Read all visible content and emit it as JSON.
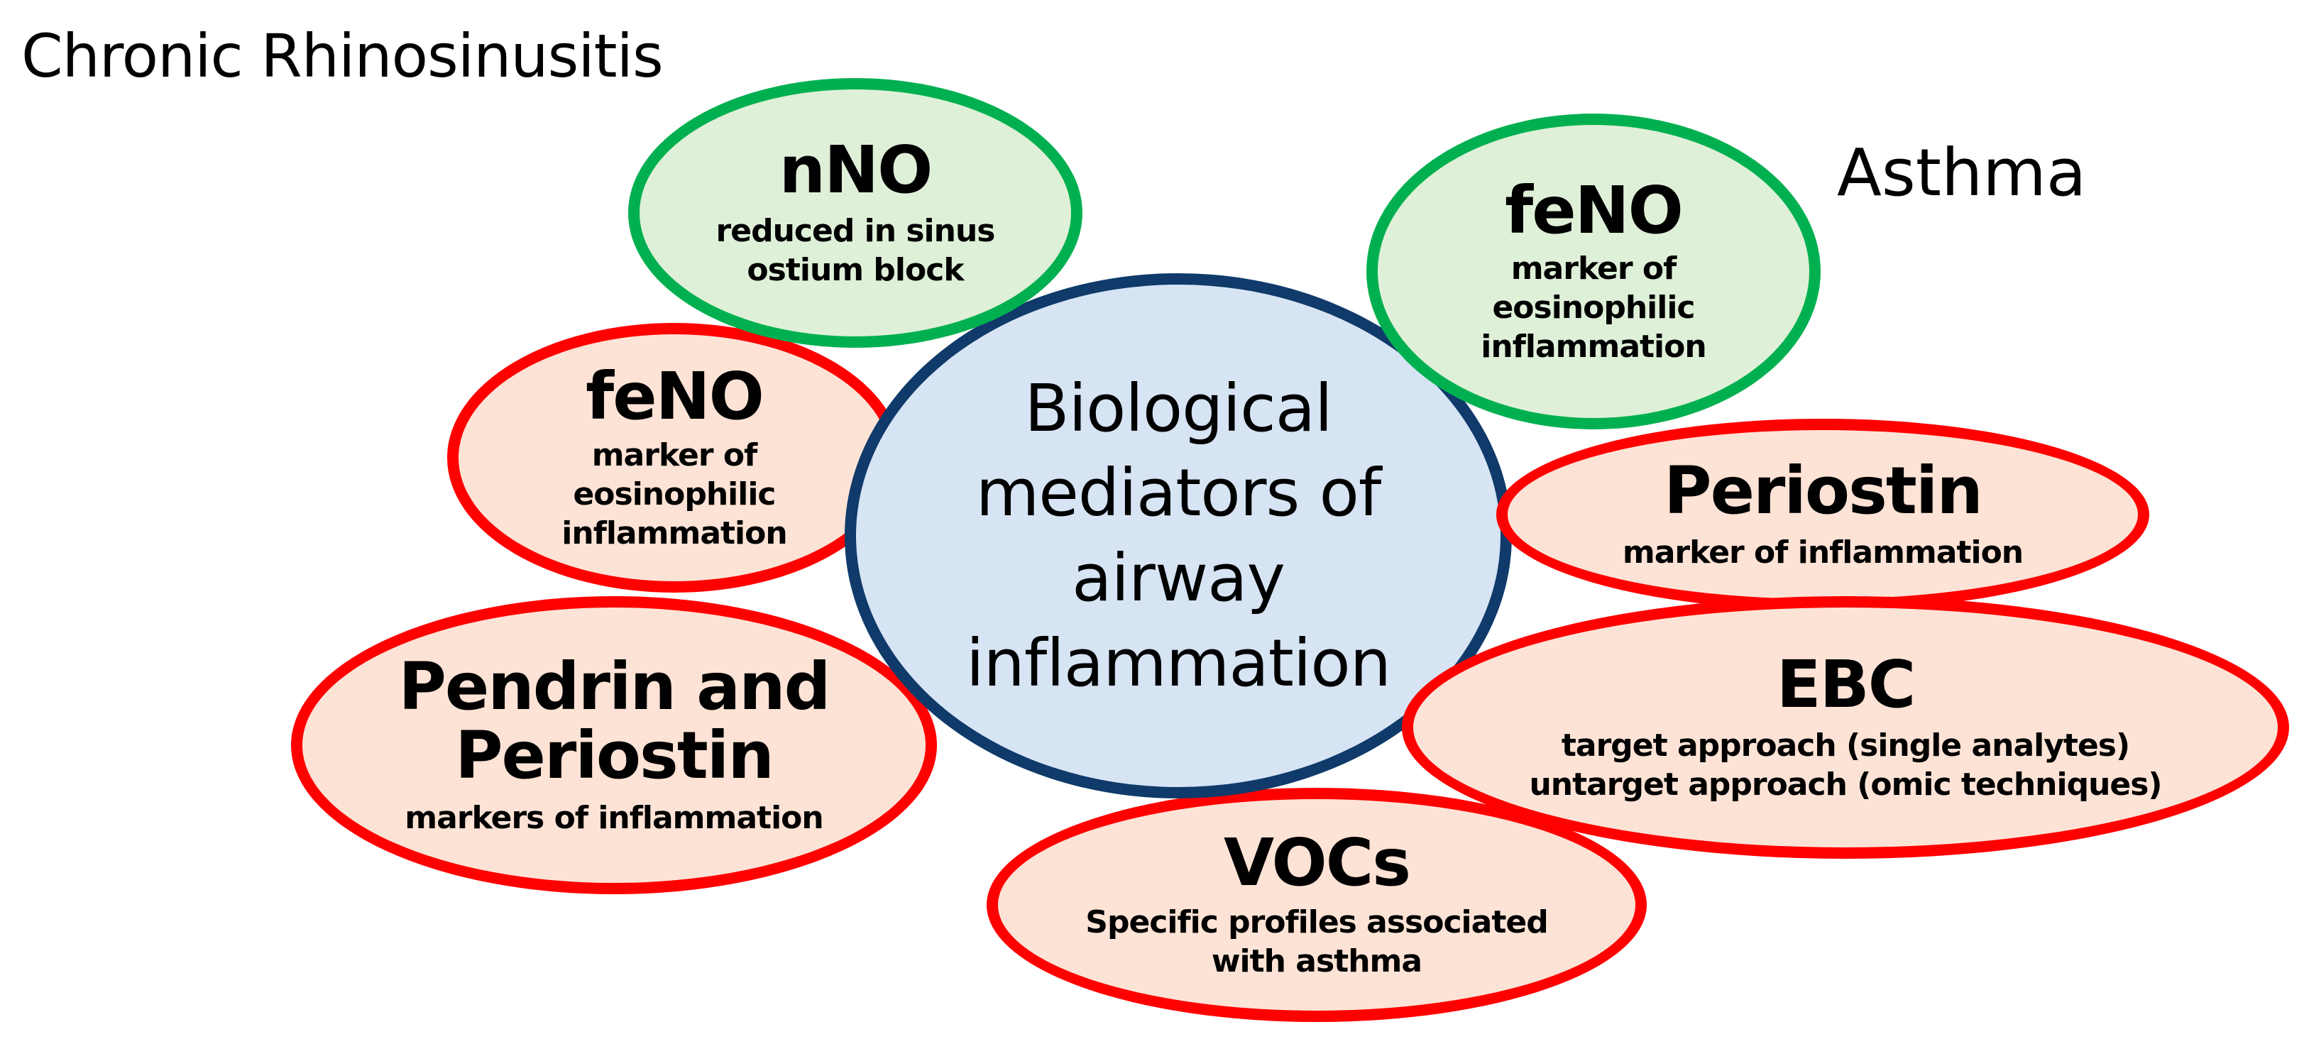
{
  "labels": {
    "crs": "Chronic Rhinosinusitis",
    "asthma": "Asthma"
  },
  "center": {
    "lines": [
      "Biological",
      "mediators of",
      "airway",
      "inflammation"
    ]
  },
  "nodes": {
    "nno": {
      "title": "nNO",
      "desc": [
        "reduced in sinus",
        "ostium block"
      ]
    },
    "feno_crs": {
      "title": "feNO",
      "desc": [
        "marker of",
        "eosinophilic",
        "inflammation"
      ]
    },
    "pendrin": {
      "title_lines": [
        "Pendrin and",
        "Periostin"
      ],
      "desc": [
        "markers of inflammation"
      ]
    },
    "feno_asthma": {
      "title": "feNO",
      "desc": [
        "marker of",
        "eosinophilic",
        "inflammation"
      ]
    },
    "periostin": {
      "title": "Periostin",
      "desc": [
        "marker of inflammation"
      ]
    },
    "ebc": {
      "title": "EBC",
      "desc": [
        "target approach (single analytes)",
        "untarget approach (omic techniques)"
      ]
    },
    "vocs": {
      "title": "VOCs",
      "desc": [
        "Specific profiles associated",
        "with asthma"
      ]
    }
  },
  "colors": {
    "crs_outline": "#00b050",
    "crs_fill": "#dff0d8",
    "marker_outline": "#ff0000",
    "marker_fill": "#fde3d6",
    "center_outline": "#0f3a6a",
    "center_fill": "#d6e4f4"
  }
}
